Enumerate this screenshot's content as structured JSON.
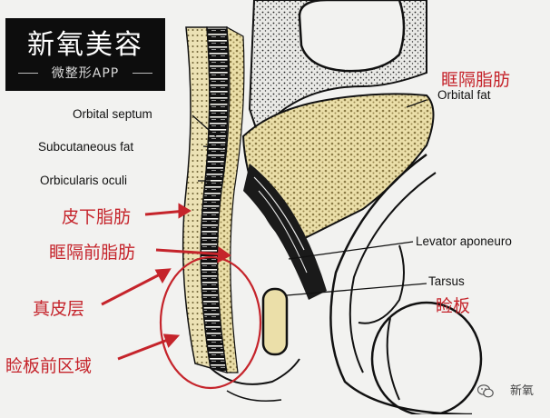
{
  "logo": {
    "title": "新氧美容",
    "subtitle": "微整形APP"
  },
  "labels": {
    "orbital_septum": "Orbital septum",
    "subcutaneous_fat": "Subcutaneous fat",
    "orbicularis_oculi": "Orbicularis oculi",
    "orbital_fat": "Orbital fat",
    "levator": "Levator aponeuro",
    "tarsus": "Tarsus"
  },
  "cn_labels": {
    "orbital_fat": "眶隔脂肪",
    "subcutaneous_fat": "皮下脂肪",
    "preseptal_fat": "眶隔前脂肪",
    "dermis": "真皮层",
    "pretarsal_region": "睑板前区域",
    "tarsus": "睑板"
  },
  "watermark": {
    "text": "新氧",
    "icon": "wechat-icon"
  },
  "colors": {
    "accent_red": "#c5242b",
    "fat_yellow": "#e9dca6",
    "line": "#111111"
  }
}
